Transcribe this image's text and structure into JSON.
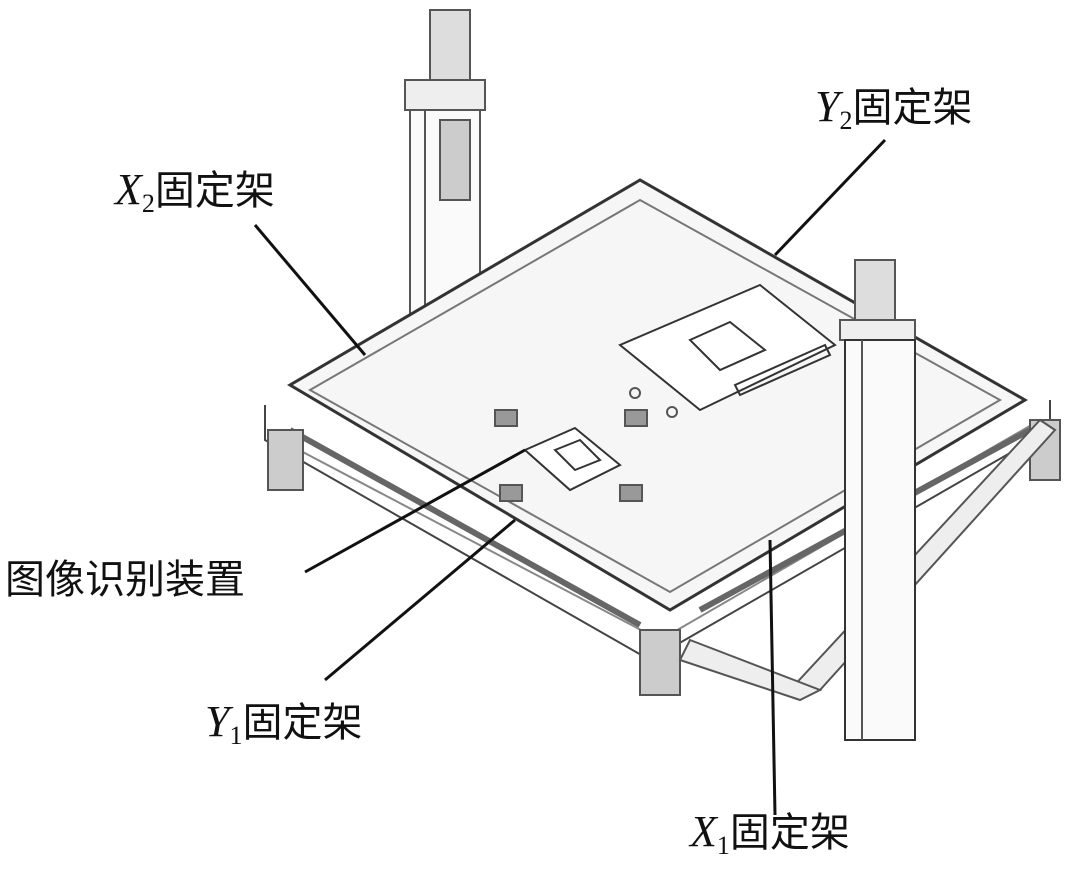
{
  "labels": {
    "x2": {
      "var": "X",
      "sub": "2",
      "text": "固定架"
    },
    "y2": {
      "var": "Y",
      "sub": "2",
      "text": "固定架"
    },
    "vision": {
      "text": "图像识别装置"
    },
    "y1": {
      "var": "Y",
      "sub": "1",
      "text": "固定架"
    },
    "x1": {
      "var": "X",
      "sub": "1",
      "text": "固定架"
    }
  },
  "colors": {
    "line": "#222222",
    "frame": "#555555",
    "fill": "#f2f2f2"
  }
}
